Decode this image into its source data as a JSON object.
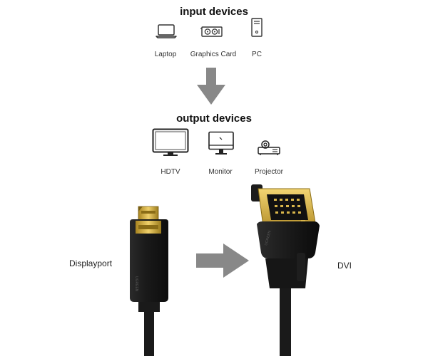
{
  "input": {
    "heading": "input devices",
    "items": [
      {
        "label": "Laptop",
        "icon": "laptop-icon"
      },
      {
        "label": "Graphics Card",
        "icon": "graphics-card-icon"
      },
      {
        "label": "PC",
        "icon": "pc-tower-icon"
      }
    ]
  },
  "output": {
    "heading": "output devices",
    "items": [
      {
        "label": "HDTV",
        "icon": "tv-icon"
      },
      {
        "label": "Monitor",
        "icon": "monitor-icon"
      },
      {
        "label": "Projector",
        "icon": "projector-icon"
      }
    ]
  },
  "connectors": {
    "left_label": "Displayport",
    "right_label": "DVI",
    "connector_brand_text": "UGREEN"
  },
  "colors": {
    "arrow": "#888888",
    "cable": "#1a1a1a",
    "gold": "#c9a43a"
  }
}
